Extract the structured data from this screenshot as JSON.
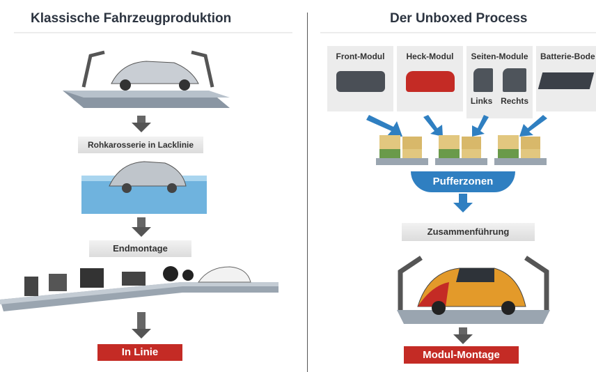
{
  "left": {
    "title": "Klassische Fahrzeugproduktion",
    "paint_label": "Rohkarosserie in Lacklinie",
    "assembly_label": "Endmontage",
    "result_label": "In Linie"
  },
  "right": {
    "title": "Der Unboxed Process",
    "modules": [
      {
        "label": "Front-Modul"
      },
      {
        "label": "Heck-Modul"
      },
      {
        "label": "Seiten-Module",
        "sub": [
          "Links",
          "Rechts"
        ]
      },
      {
        "label": "Batterie-Bode"
      }
    ],
    "buffer_label": "Pufferzonen",
    "merge_label": "Zusammenführung",
    "result_label": "Modul-Montage"
  },
  "colors": {
    "accent_red": "#c42b25",
    "accent_blue": "#2f7fc1"
  }
}
